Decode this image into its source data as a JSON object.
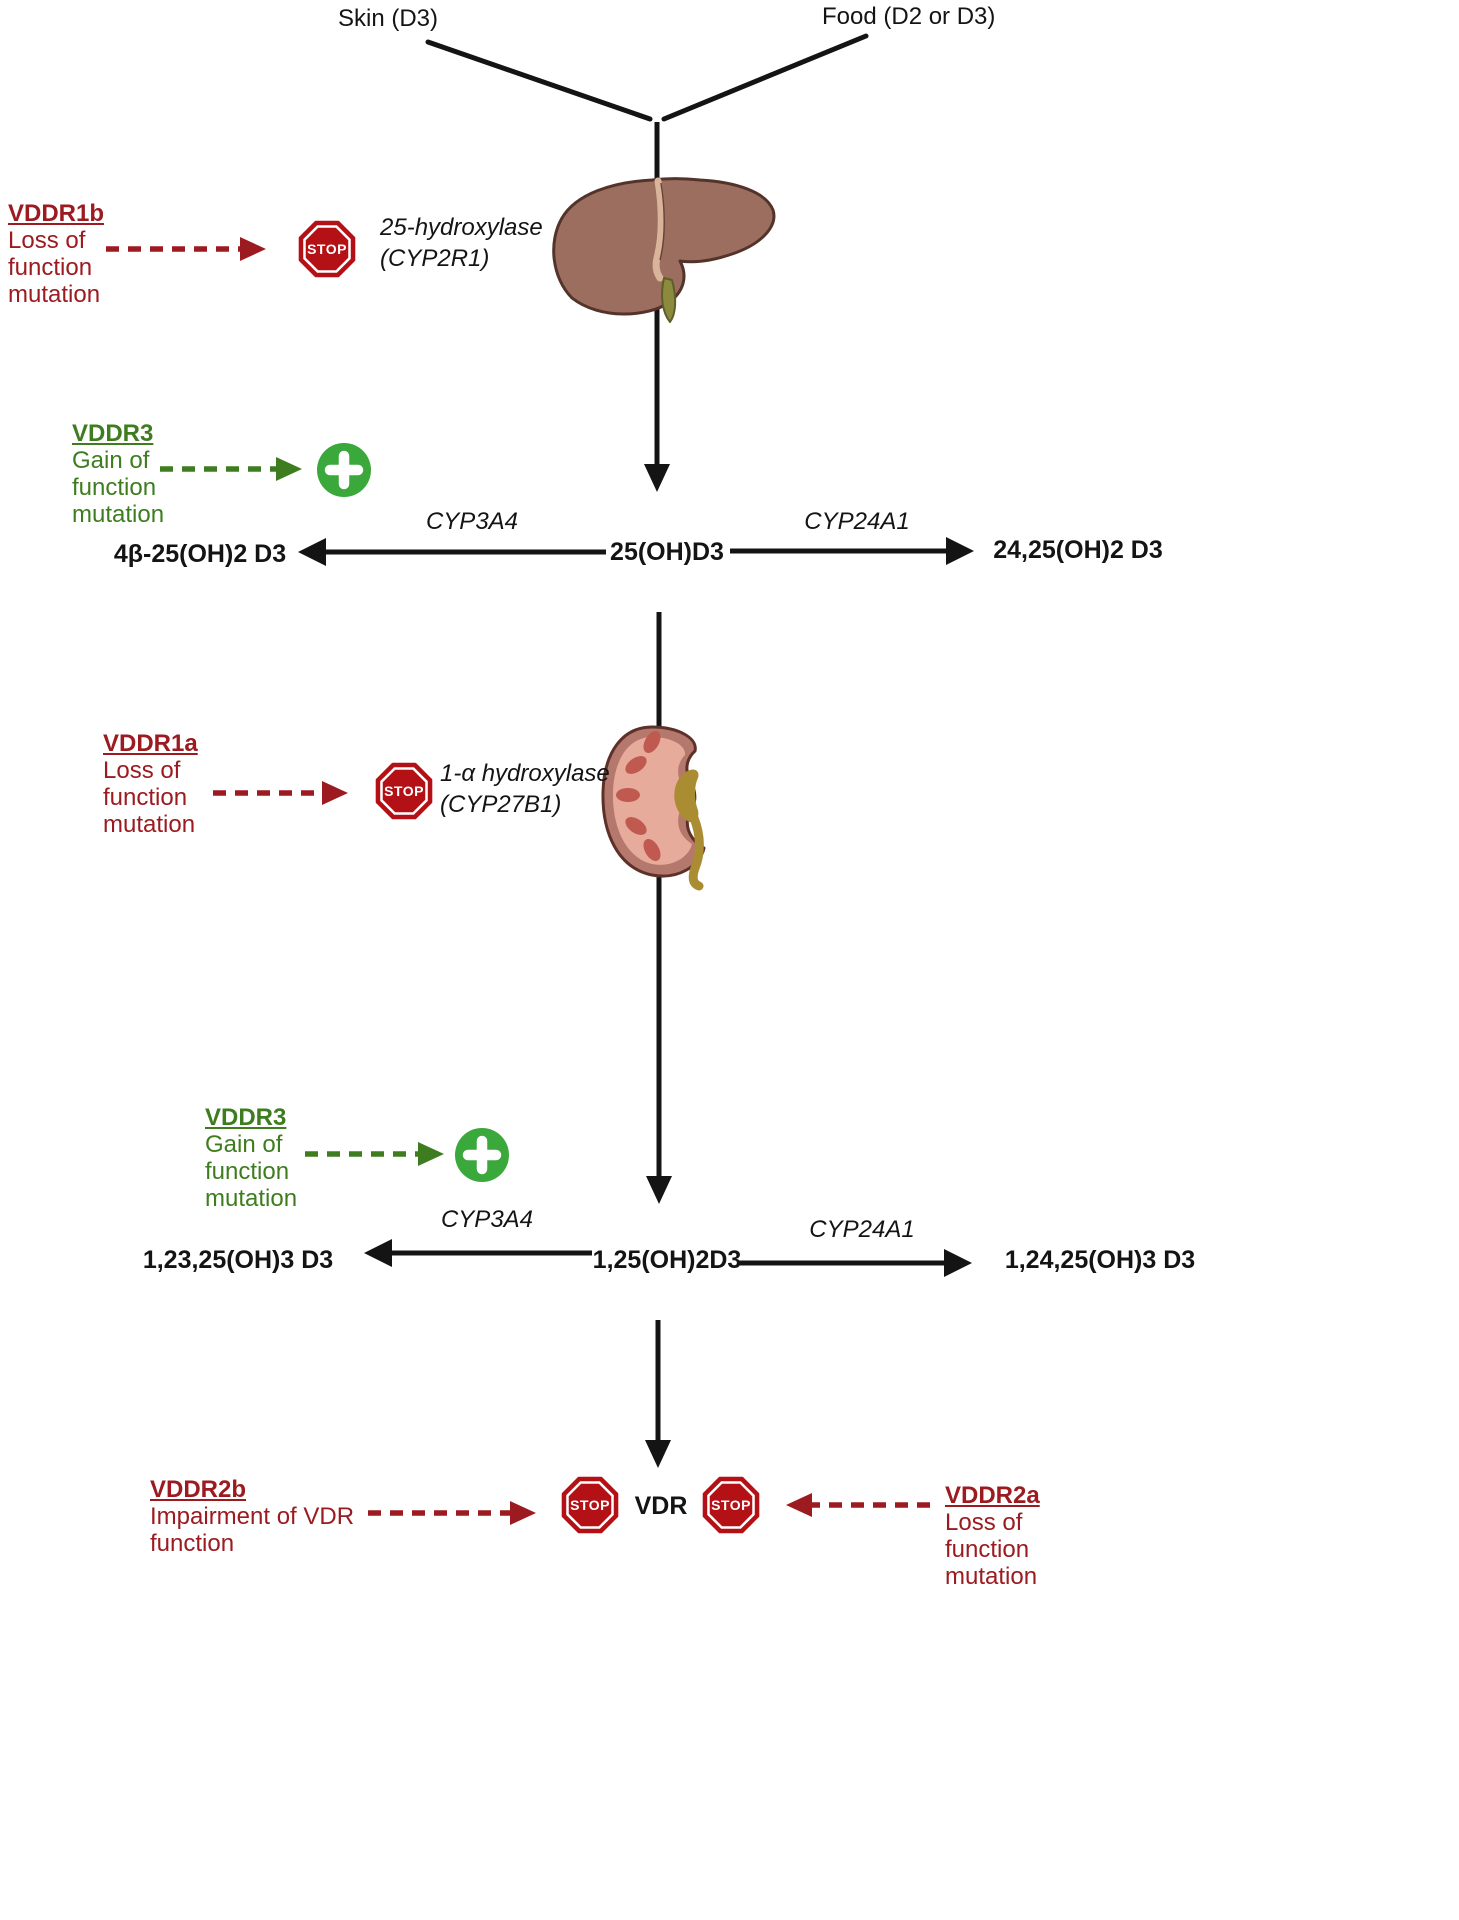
{
  "palette": {
    "dark_red": "#9b1b20",
    "green": "#3e7d1f",
    "stop_fill": "#b31116",
    "plus_fill": "#3aa83a",
    "ink": "#141414"
  },
  "sources": {
    "skin": "Skin (D3)",
    "food": "Food (D2 or D3)"
  },
  "labels": {
    "stop": "STOP"
  },
  "liver": {
    "enzyme": {
      "line1": "25-hydroxylase",
      "line2": "(CYP2R1)"
    },
    "vddr1b": {
      "title": "VDDR1b",
      "line1": "Loss of",
      "line2": "function",
      "line3": "mutation"
    }
  },
  "vddr3_upper": {
    "title": "VDDR3",
    "line1": "Gain of",
    "line2": "function",
    "line3": "mutation"
  },
  "row1": {
    "center": "25(OH)D3",
    "left_enzyme": "CYP3A4",
    "left_product": "4β-25(OH)2 D3",
    "right_enzyme": "CYP24A1",
    "right_product": "24,25(OH)2 D3"
  },
  "kidney": {
    "enzyme": {
      "line1": "1-α hydroxylase",
      "line2": "(CYP27B1)"
    },
    "vddr1a": {
      "title": "VDDR1a",
      "line1": "Loss of",
      "line2": "function",
      "line3": "mutation"
    }
  },
  "vddr3_lower": {
    "title": "VDDR3",
    "line1": "Gain of",
    "line2": "function",
    "line3": "mutation"
  },
  "row2": {
    "center": "1,25(OH)2D3",
    "left_enzyme": "CYP3A4",
    "left_product": "1,23,25(OH)3 D3",
    "right_enzyme": "CYP24A1",
    "right_product": "1,24,25(OH)3 D3"
  },
  "receptor": {
    "name": "VDR",
    "vddr2b": {
      "title": "VDDR2b",
      "line1": "Impairment of VDR",
      "line2": "function"
    },
    "vddr2a": {
      "title": "VDDR2a",
      "line1": "Loss of",
      "line2": "function",
      "line3": "mutation"
    }
  }
}
